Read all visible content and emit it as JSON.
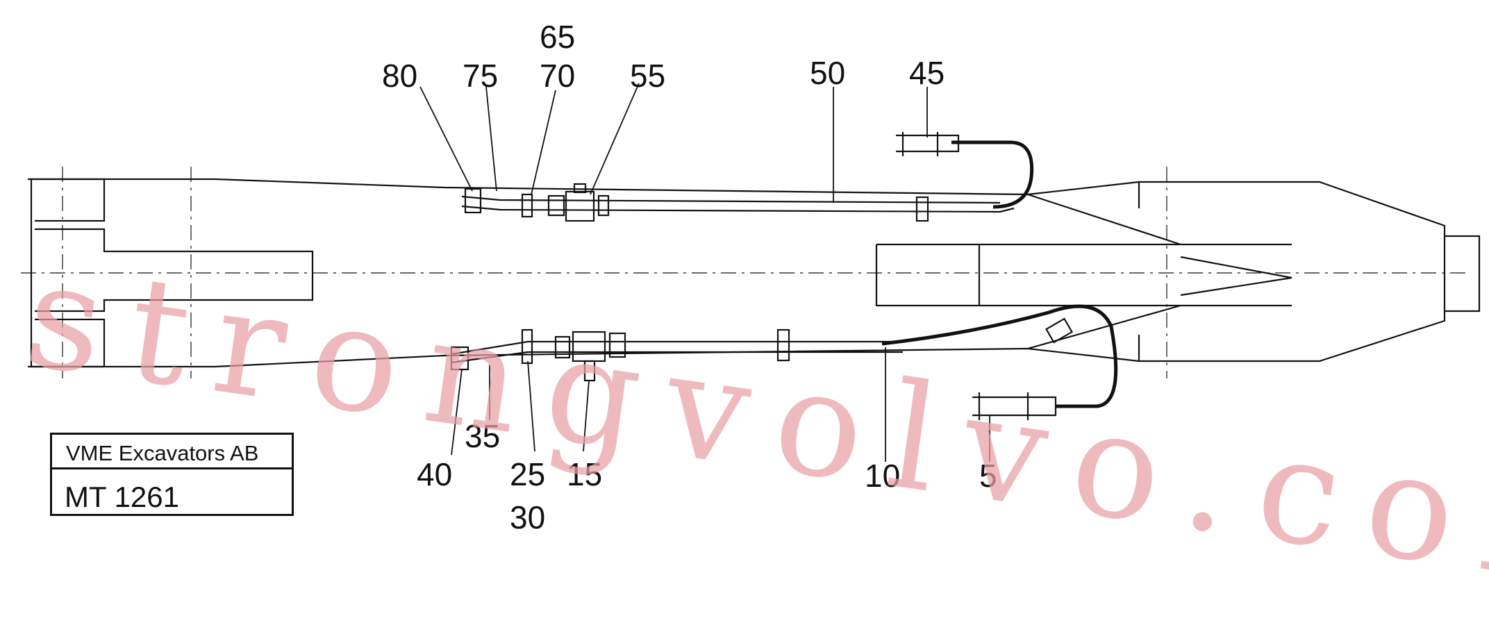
{
  "labels": {
    "p80": "80",
    "p75": "75",
    "p65": "65",
    "p70": "70",
    "p55": "55",
    "p50": "50",
    "p45": "45",
    "p35": "35",
    "p40": "40",
    "p25": "25",
    "p30": "30",
    "p15": "15",
    "p10": "10",
    "p5": "5"
  },
  "title_block": {
    "company": "VME Excavators AB",
    "code": "MT 1261"
  },
  "watermark": "strongvolvo.com",
  "colors": {
    "line": "#111111",
    "watermark": "#e9a0a5"
  }
}
